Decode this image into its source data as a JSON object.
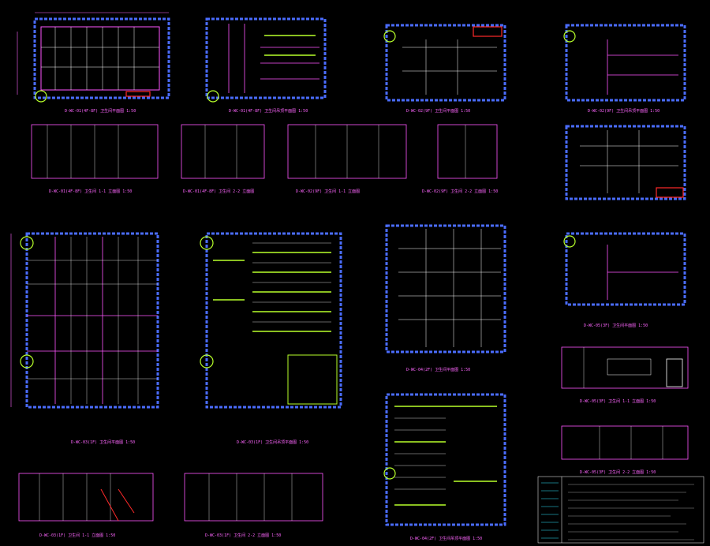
{
  "sheet": {
    "captions": {
      "c1": "D-WC-01(4F-8F)  卫生间平面图  1:50",
      "c2": "D-WC-01(4F-8F)  卫生间吊顶平面图  1:50",
      "c3": "D-WC-02(9F)  卫生间平面图  1:50",
      "c4": "D-WC-02(9F)  卫生间吊顶平面图  1:50",
      "c5": "D-WC-01(4F-8F)  卫生间  1-1 立面图  1:50",
      "c6": "D-WC-01(4F-8F)  卫生间  2-2 立面图",
      "c7": "D-WC-02(9F)  卫生间  1-1 立面图",
      "c8": "D-WC-02(9F)  卫生间  2-2 立面图  1:50",
      "c9": "D-WC-03(1F)  卫生间平面图  1:50",
      "c10": "D-WC-03(1F)  卫生间吊顶平面图  1:50",
      "c11": "D-WC-03(1F)  卫生间  1-1 立面图  1:50",
      "c12": "D-WC-03(1F)  卫生间  2-2 立面图  1:50",
      "c13": "D-WC-04(2F)  卫生间平面图  1:50",
      "c14": "D-WC-04(2F)  卫生间吊顶平面图  1:50",
      "c15": "D-WC-05(3F)  卫生间平面图  1:50",
      "c16": "D-WC-05(3F)  卫生间  1-1 立面图  1:50",
      "c17": "D-WC-05(3F)  卫生间  2-2 立面图  1:50"
    },
    "axis_labels": [
      "A",
      "B",
      "1",
      "2"
    ],
    "colors": {
      "background": "#000000",
      "wall": "#4a6cff",
      "linework": "#ff55ff",
      "detail": "#ffffff",
      "accent_green": "#b7ff2a",
      "accent_red": "#ff2a2a",
      "dimension": "#ff66ff",
      "cyan": "#33e5ff"
    }
  }
}
